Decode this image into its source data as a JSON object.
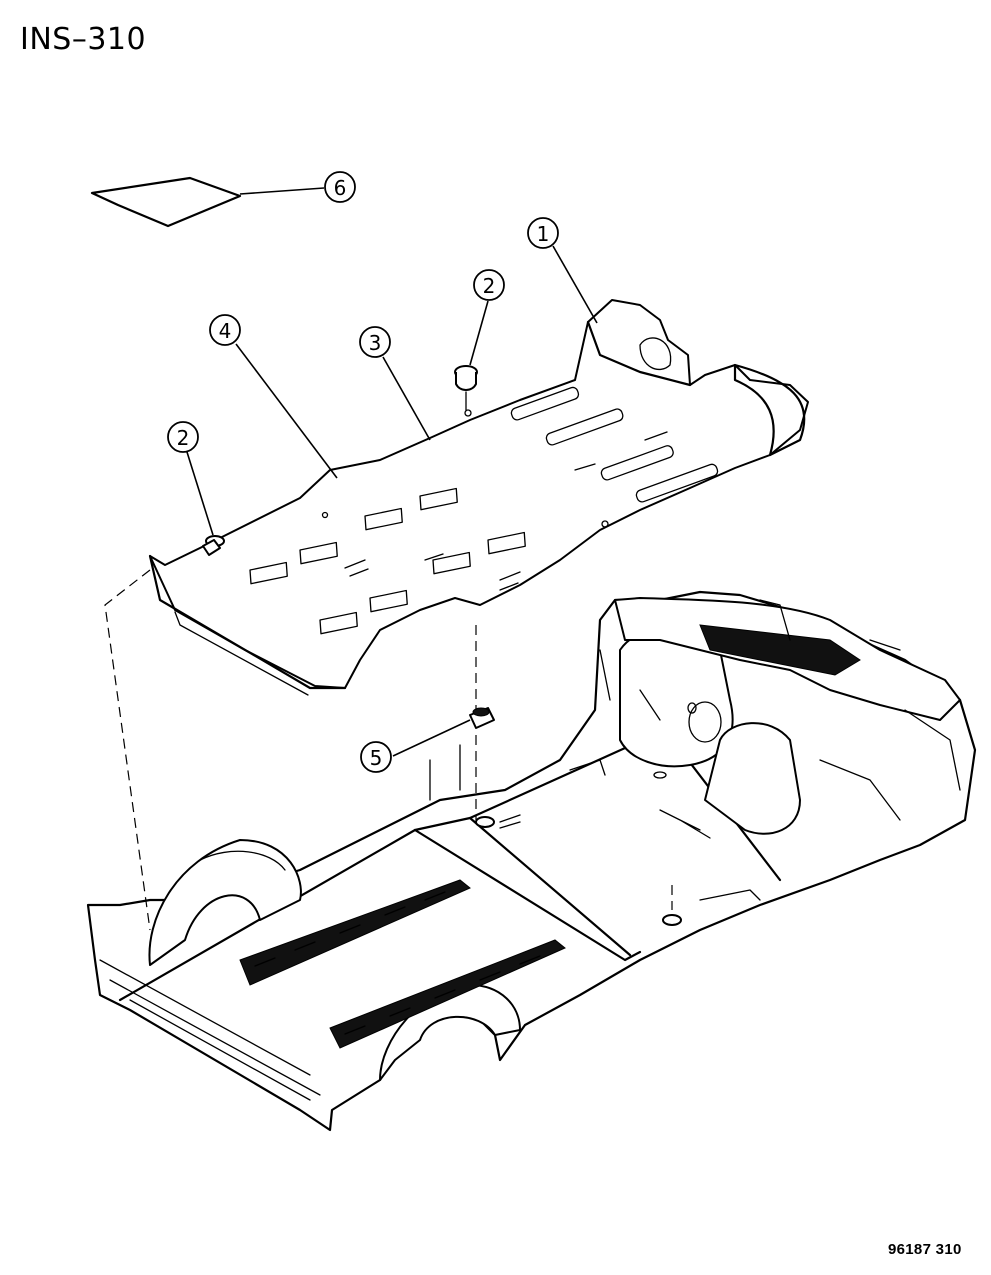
{
  "header": {
    "title": "INS–310"
  },
  "footer": {
    "code": "96187 310"
  },
  "callouts": [
    {
      "label": "1"
    },
    {
      "label": "2"
    },
    {
      "label": "2"
    },
    {
      "label": "3"
    },
    {
      "label": "4"
    },
    {
      "label": "5"
    },
    {
      "label": "6"
    }
  ]
}
